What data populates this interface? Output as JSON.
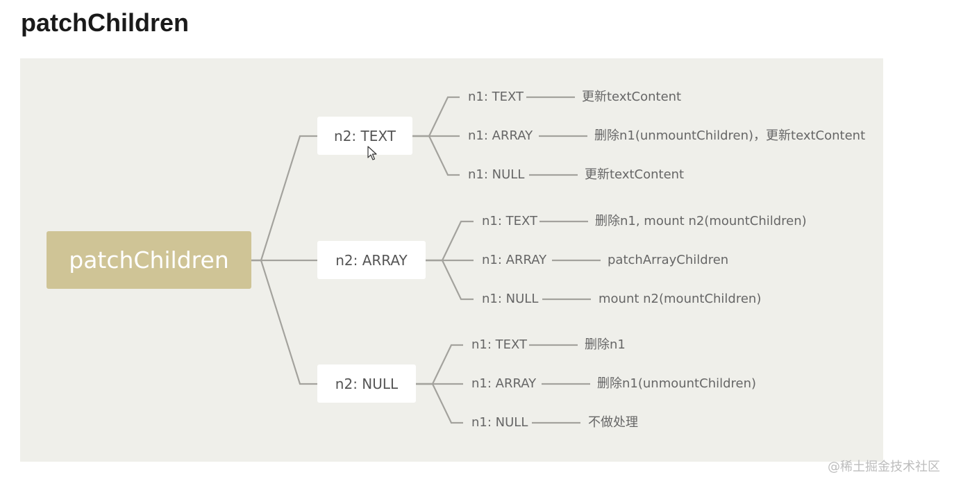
{
  "title": "patchChildren",
  "root": {
    "label": "patchChildren"
  },
  "branches": [
    {
      "label": "n2: TEXT",
      "children": [
        {
          "condition": "n1: TEXT",
          "action": "更新textContent"
        },
        {
          "condition": "n1: ARRAY",
          "action": "删除n1(unmountChildren)，更新textContent"
        },
        {
          "condition": "n1: NULL",
          "action": "更新textContent"
        }
      ]
    },
    {
      "label": "n2: ARRAY",
      "children": [
        {
          "condition": "n1: TEXT",
          "action": "删除n1, mount n2(mountChildren)"
        },
        {
          "condition": "n1: ARRAY",
          "action": "patchArrayChildren"
        },
        {
          "condition": "n1: NULL",
          "action": "mount n2(mountChildren)"
        }
      ]
    },
    {
      "label": "n2: NULL",
      "children": [
        {
          "condition": "n1: TEXT",
          "action": "删除n1"
        },
        {
          "condition": "n1: ARRAY",
          "action": "删除n1(unmountChildren)"
        },
        {
          "condition": "n1: NULL",
          "action": "不做处理"
        }
      ]
    }
  ],
  "watermark": "@稀土掘金技术社区",
  "colors": {
    "root_fill": "#cfc496",
    "panel_bg": "#efefea",
    "connector": "#a3a29d",
    "node_fill": "#ffffff"
  }
}
